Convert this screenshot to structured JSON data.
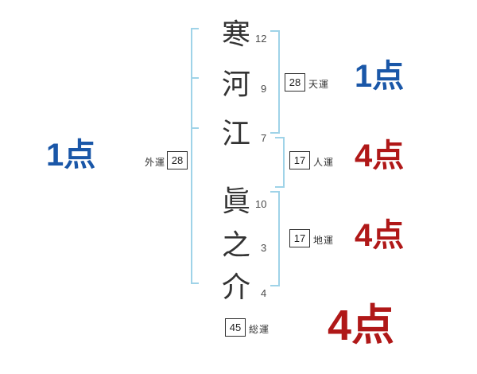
{
  "name": {
    "chars": [
      {
        "char": "寒",
        "strokes": "12"
      },
      {
        "char": "河",
        "strokes": "9"
      },
      {
        "char": "江",
        "strokes": "7"
      },
      {
        "char": "眞",
        "strokes": "10"
      },
      {
        "char": "之",
        "strokes": "3"
      },
      {
        "char": "介",
        "strokes": "4"
      }
    ]
  },
  "fortunes": {
    "gaiun": {
      "label": "外運",
      "value": "28",
      "score": "1点"
    },
    "tenun": {
      "label": "天運",
      "value": "28",
      "score": "1点"
    },
    "jinun": {
      "label": "人運",
      "value": "17",
      "score": "4点"
    },
    "chiun": {
      "label": "地運",
      "value": "17",
      "score": "4点"
    },
    "souun": {
      "label": "総運",
      "value": "45",
      "score": "4点"
    }
  },
  "colors": {
    "score_good": "#1a57a8",
    "score_bad": "#b01818",
    "bracket": "#9fd3e8",
    "ink": "#333333"
  }
}
